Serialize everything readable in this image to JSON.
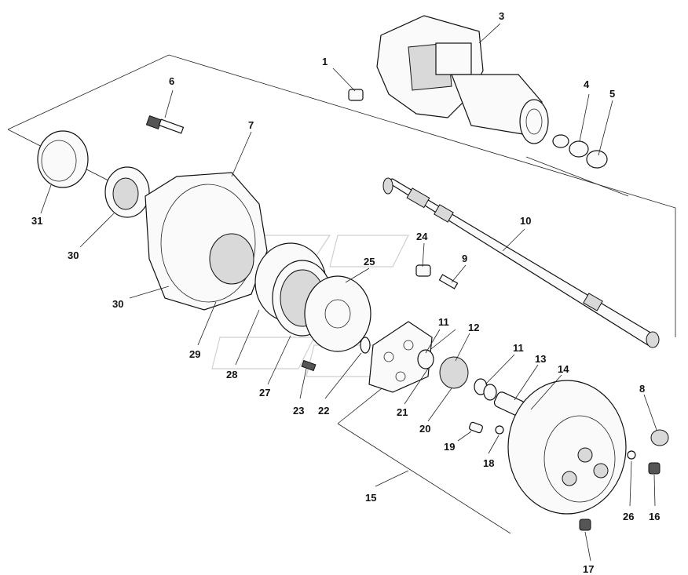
{
  "labels": {
    "p1": "1",
    "p2": "3",
    "p3": "4",
    "p4": "5",
    "p5": "6",
    "p6": "7",
    "p7": "31",
    "p8": "30",
    "p9": "30",
    "p10": "10",
    "p11": "24",
    "p12": "25",
    "p13": "9",
    "p14": "11",
    "p15": "12",
    "p16": "11",
    "p17": "13",
    "p18": "14",
    "p19": "8",
    "p20": "29",
    "p21": "28",
    "p22": "27",
    "p23": "23",
    "p24": "22",
    "p25": "21",
    "p26": "20",
    "p27": "19",
    "p28": "18",
    "p29": "15",
    "p30": "26",
    "p31": "16",
    "p32": "17"
  }
}
